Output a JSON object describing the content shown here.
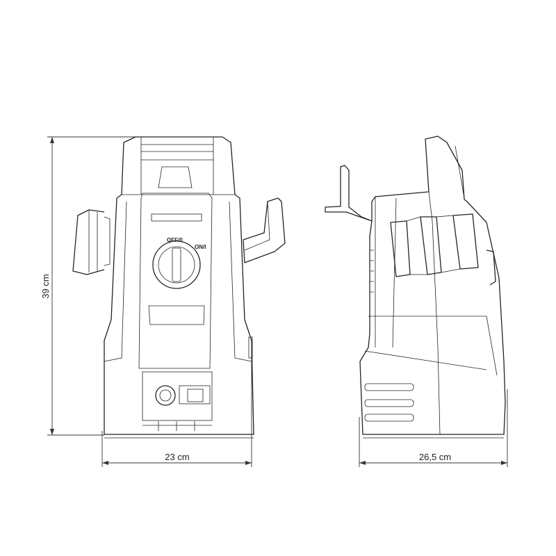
{
  "dimensions": {
    "height": "39 cm",
    "width": "23 cm",
    "depth": "26,5 cm"
  },
  "front_view": {
    "switch_labels": {
      "off": "OFF/0",
      "on": "ON/I"
    }
  },
  "colors": {
    "line": "#222222",
    "background": "#ffffff"
  }
}
